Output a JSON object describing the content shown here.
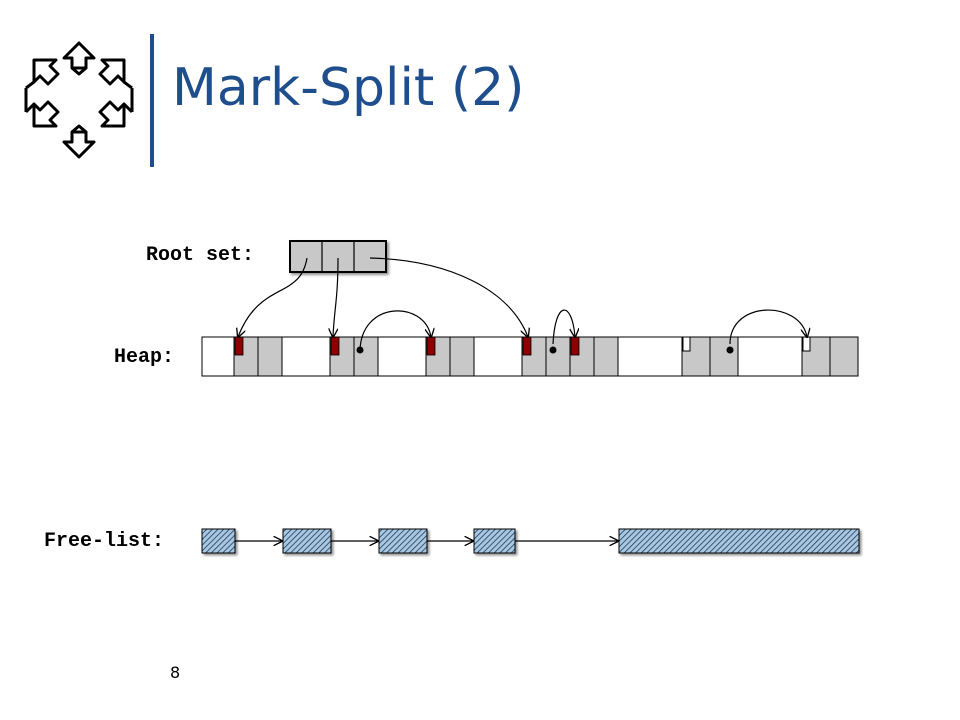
{
  "slide": {
    "title": "Mark-Split (2)",
    "page_number": "8"
  },
  "labels": {
    "root_set": "Root set:",
    "heap": "Heap:",
    "free_list": "Free-list:"
  },
  "colors": {
    "title": "#1f4e8c",
    "live_cell": "#c8c8c8",
    "mark_bit": "#8b0000",
    "free_hatch": "#1a3a5c",
    "free_fill": "#a9c7e0"
  },
  "root_set": {
    "slots": 3
  },
  "heap": {
    "cells": [
      {
        "kind": "free"
      },
      {
        "kind": "live",
        "marked": true
      },
      {
        "kind": "live"
      },
      {
        "kind": "free"
      },
      {
        "kind": "live",
        "marked": true
      },
      {
        "kind": "live",
        "dot": true
      },
      {
        "kind": "free"
      },
      {
        "kind": "live",
        "marked": true
      },
      {
        "kind": "live"
      },
      {
        "kind": "free"
      },
      {
        "kind": "live",
        "marked": true
      },
      {
        "kind": "live",
        "dot": true
      },
      {
        "kind": "live",
        "marked": true
      },
      {
        "kind": "live"
      },
      {
        "kind": "free"
      },
      {
        "kind": "live",
        "unmarked_bit": true
      },
      {
        "kind": "live",
        "dot": true
      },
      {
        "kind": "free"
      },
      {
        "kind": "live",
        "unmarked_bit": true
      },
      {
        "kind": "live"
      }
    ]
  },
  "free_list": {
    "blocks": 5
  },
  "icons": [
    "logo-icon"
  ]
}
